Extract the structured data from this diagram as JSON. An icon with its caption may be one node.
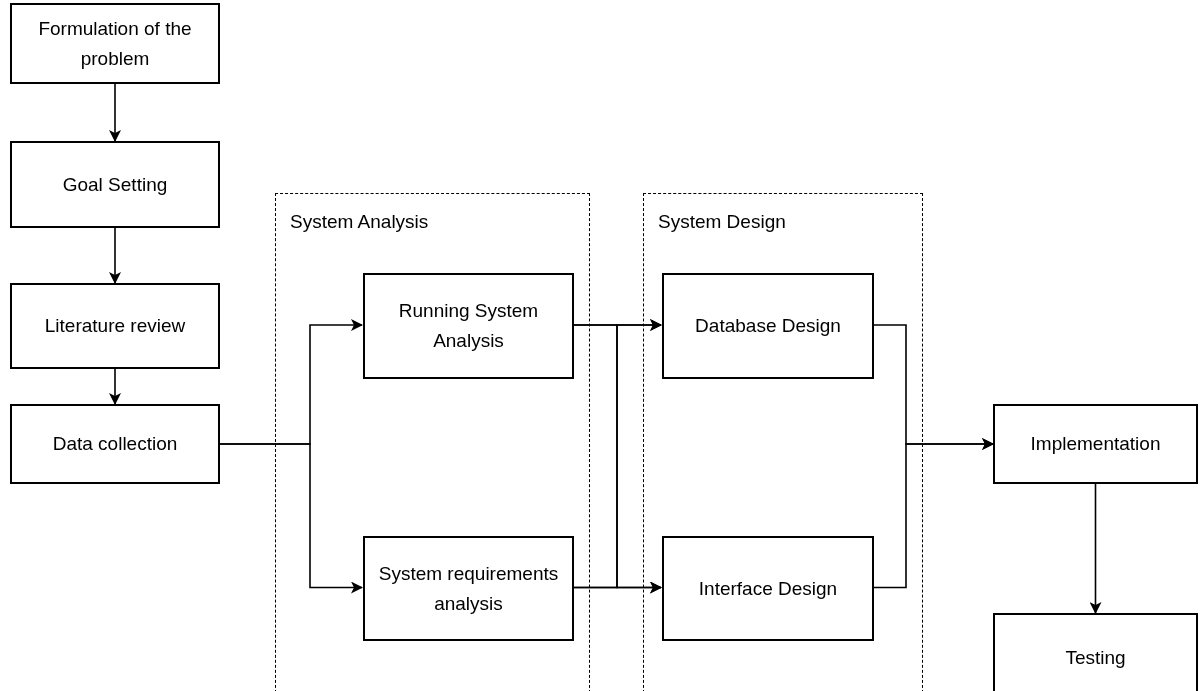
{
  "diagram": {
    "nodes": [
      {
        "text": [
          "Formulation of the problem"
        ]
      },
      {
        "text": [
          "Goal Setting"
        ]
      },
      {
        "text": [
          "Literature review"
        ]
      },
      {
        "text": [
          "Data collection"
        ]
      },
      {
        "text": [
          "System Analysis"
        ]
      },
      {
        "text": [
          "Running System Analysis"
        ],
        "in": 4
      },
      {
        "text": [
          "System requirements analysis"
        ],
        "in": 4
      },
      {
        "text": [
          "System Design"
        ]
      },
      {
        "text": [
          "Database Design"
        ],
        "in": 7
      },
      {
        "text": [
          "Interface Design"
        ],
        "in": 7
      },
      {
        "text": [
          "Implementation"
        ]
      },
      {
        "text": [
          "Testing"
        ]
      }
    ],
    "edges": [
      {
        "from": 0,
        "to": 1,
        "arrow": "to"
      },
      {
        "from": 1,
        "to": 2,
        "arrow": "to"
      },
      {
        "from": 2,
        "to": 3,
        "arrow": "to"
      },
      {
        "from": 3,
        "to": 5,
        "arrow": "to"
      },
      {
        "from": 3,
        "to": 6,
        "arrow": "to"
      },
      {
        "from": 5,
        "to": 8,
        "arrow": "to"
      },
      {
        "from": 5,
        "to": 9,
        "arrow": "to"
      },
      {
        "from": 6,
        "to": 8,
        "arrow": "to"
      },
      {
        "from": 6,
        "to": 9,
        "arrow": "to"
      },
      {
        "from": 8,
        "to": 10,
        "arrow": "to"
      },
      {
        "from": 9,
        "to": 10,
        "arrow": "to"
      },
      {
        "from": 10,
        "to": 11,
        "arrow": "to"
      }
    ]
  }
}
